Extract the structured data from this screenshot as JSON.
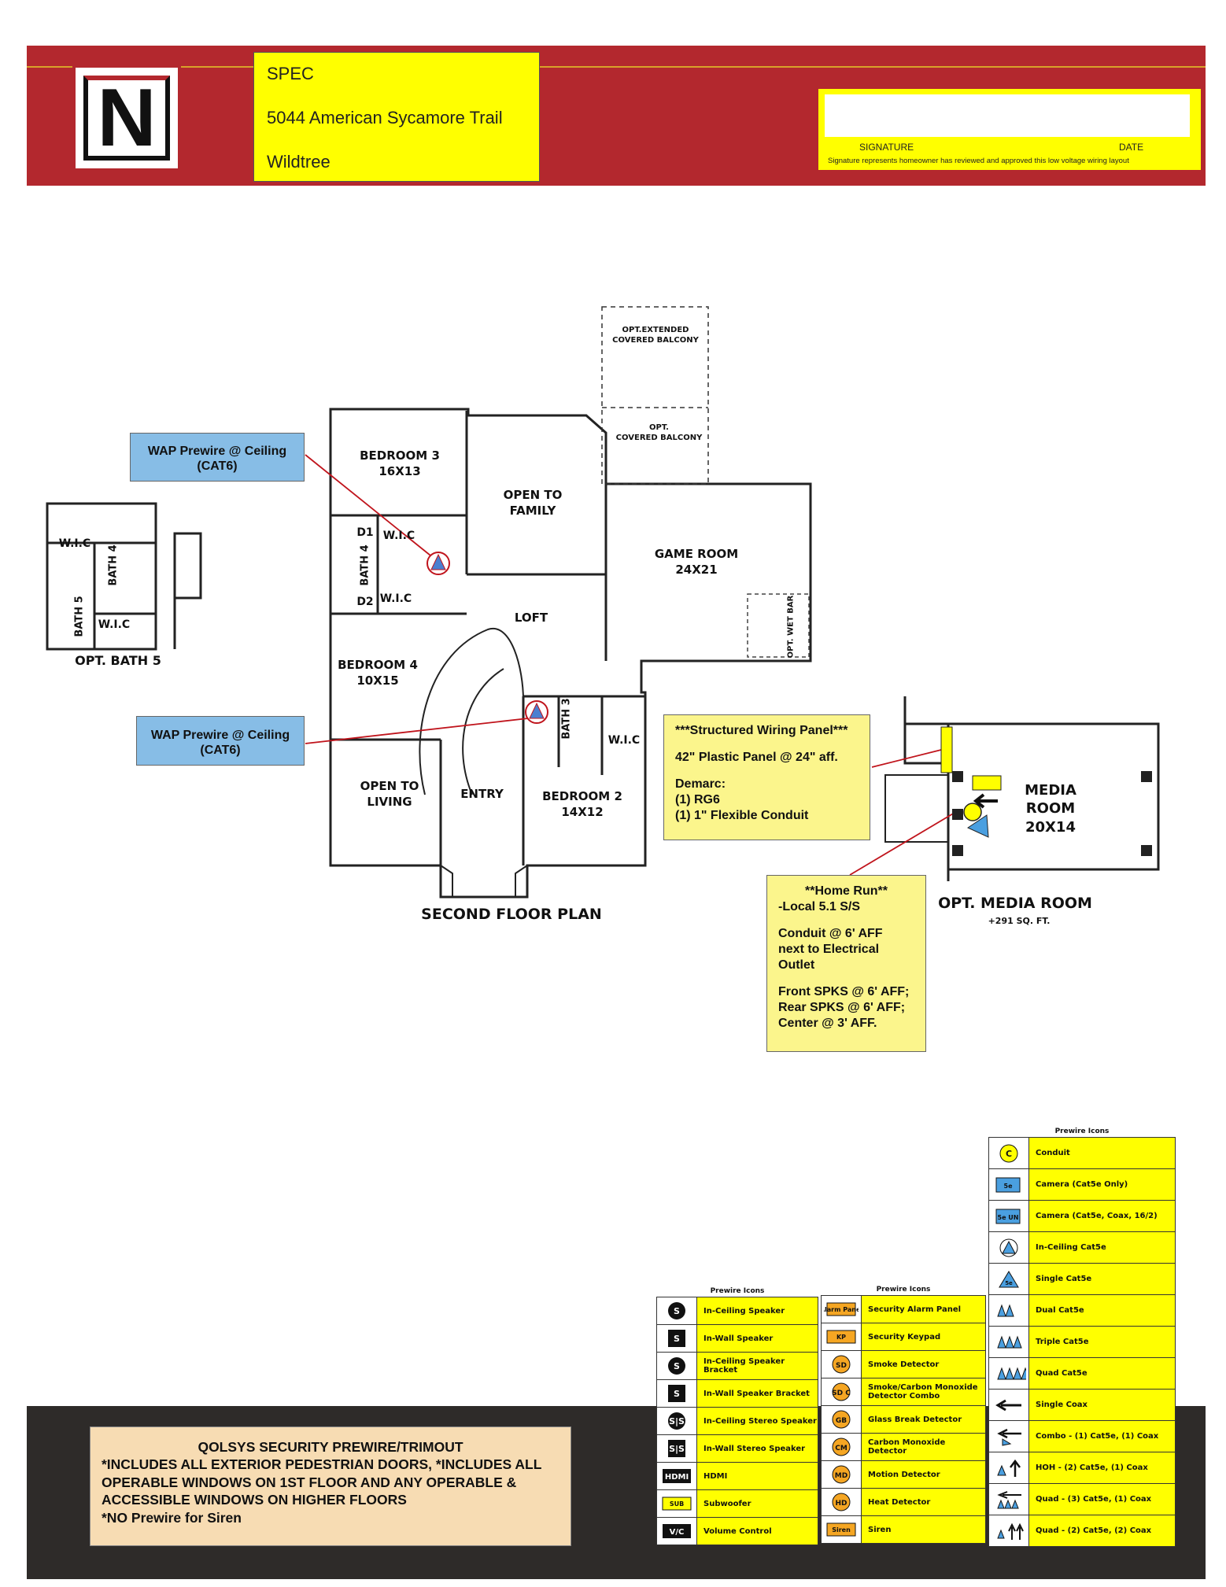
{
  "header": {
    "project": {
      "line1": "SPEC",
      "line2": "5044 American Sycamore Trail",
      "line3": "Wildtree"
    },
    "signature": {
      "signature_label": "SIGNATURE",
      "date_label": "DATE",
      "note": "Signature represents homeowner has reviewed and approved this low voltage wiring layout"
    },
    "logo_letter": "N"
  },
  "plan": {
    "rooms": {
      "bedroom3": "BEDROOM 3\n16X13",
      "open_family": "OPEN TO\nFAMILY",
      "game_room": "GAME ROOM\n24X21",
      "loft": "LOFT",
      "bedroom4": "BEDROOM 4\n10X15",
      "open_living": "OPEN TO\nLIVING",
      "entry": "ENTRY",
      "bedroom2": "BEDROOM 2\n14X12",
      "ext_balcony": "OPT.EXTENDED\nCOVERED BALCONY",
      "cov_balcony": "OPT.\nCOVERED BALCONY",
      "wet_bar": "OPT. WET BAR",
      "bath4": "BATH 4",
      "bath3": "BATH 3",
      "wic1": "W.I.C",
      "wic2": "W.I.C",
      "wic3": "W.I.C",
      "d1": "D1",
      "d2": "D2"
    },
    "opt_bath": {
      "title": "OPT. BATH 5",
      "wic_top": "W.I.C",
      "wic_bottom": "W.I.C",
      "bath4": "BATH 4",
      "bath5": "BATH 5"
    },
    "second_floor_label": "SECOND FLOOR PLAN",
    "media": {
      "room": "MEDIA ROOM\n20X14",
      "title": "OPT. MEDIA ROOM",
      "area": "+291 SQ. FT."
    }
  },
  "callouts": {
    "wap1": "WAP Prewire @ Ceiling\n(CAT6)",
    "wap2": "WAP Prewire @ Ceiling\n(CAT6)",
    "panel": {
      "title": "***Structured Wiring Panel***",
      "line1": "42\" Plastic Panel @ 24\" aff.",
      "line2": "Demarc:",
      "line3": "(1) RG6",
      "line4": "(1) 1\" Flexible Conduit"
    },
    "homerun": {
      "title": "**Home Run**",
      "line1": "-Local 5.1 S/S",
      "line2": "Conduit @ 6' AFF\nnext to Electrical\nOutlet",
      "line3": "Front SPKS @ 6' AFF;\nRear SPKS @ 6' AFF;\nCenter @ 3' AFF."
    }
  },
  "legend_left": {
    "title": "Prewire Icons",
    "items": [
      {
        "icon": "S",
        "label": "In-Ceiling Speaker"
      },
      {
        "icon": "S",
        "label": "In-Wall Speaker"
      },
      {
        "icon": "S",
        "label": "In-Ceiling Speaker Bracket"
      },
      {
        "icon": "S",
        "label": "In-Wall Speaker Bracket"
      },
      {
        "icon": "S|S",
        "label": "In-Ceiling Stereo Speaker"
      },
      {
        "icon": "S|S",
        "label": "In-Wall Stereo Speaker"
      },
      {
        "icon": "HDMI",
        "label": "HDMI"
      },
      {
        "icon": "SUB",
        "label": "Subwoofer"
      },
      {
        "icon": "V/C",
        "label": "Volume Control"
      }
    ]
  },
  "legend_mid": {
    "title": "Prewire Icons",
    "items": [
      {
        "icon": "Alarm Panel",
        "label": "Security Alarm Panel"
      },
      {
        "icon": "KP",
        "label": "Security Keypad"
      },
      {
        "icon": "SD",
        "label": "Smoke Detector"
      },
      {
        "icon": "SD C",
        "label": "Smoke/Carbon Monoxide Detector Combo"
      },
      {
        "icon": "GB",
        "label": "Glass Break Detector"
      },
      {
        "icon": "CM",
        "label": "Carbon Monoxide Detector"
      },
      {
        "icon": "MD",
        "label": "Motion Detector"
      },
      {
        "icon": "HD",
        "label": "Heat Detector"
      },
      {
        "icon": "Siren",
        "label": "Siren"
      }
    ]
  },
  "legend_right": {
    "title": "Prewire Icons",
    "items": [
      {
        "icon": "C",
        "label": "Conduit"
      },
      {
        "icon": "5e",
        "label": "Camera (Cat5e Only)"
      },
      {
        "icon": "5e UN",
        "label": "Camera (Cat5e, Coax, 16/2)"
      },
      {
        "icon": "5e",
        "label": "In-Ceiling Cat5e"
      },
      {
        "icon": "5e",
        "label": "Single Cat5e"
      },
      {
        "icon": "5e",
        "label": "Dual Cat5e"
      },
      {
        "icon": "5e",
        "label": "Triple Cat5e"
      },
      {
        "icon": "5e",
        "label": "Quad Cat5e"
      },
      {
        "icon": "",
        "label": "Single Coax"
      },
      {
        "icon": "",
        "label": "Combo - (1) Cat5e, (1) Coax"
      },
      {
        "icon": "",
        "label": "HOH - (2) Cat5e, (1) Coax"
      },
      {
        "icon": "",
        "label": "Quad - (3) Cat5e, (1) Coax"
      },
      {
        "icon": "",
        "label": "Quad - (2) Cat5e, (2) Coax"
      }
    ]
  },
  "notice": {
    "line1": "QOLSYS SECURITY PREWIRE/TRIMOUT",
    "line2": "*INCLUDES ALL EXTERIOR PEDESTRIAN DOORS, *INCLUDES ALL OPERABLE WINDOWS ON 1ST FLOOR AND ANY OPERABLE & ACCESSIBLE WINDOWS ON HIGHER FLOORS",
    "line3": "*NO Prewire for Siren"
  },
  "colors": {
    "header_red": "#b3282e",
    "label_yellow": "#ffff00",
    "callout_blue": "#87bde6",
    "callout_yellow": "#fbf58c",
    "footer_dark": "#2e2b29",
    "notice_tan": "#f7dcb3",
    "wire_red": "#c0141c"
  }
}
